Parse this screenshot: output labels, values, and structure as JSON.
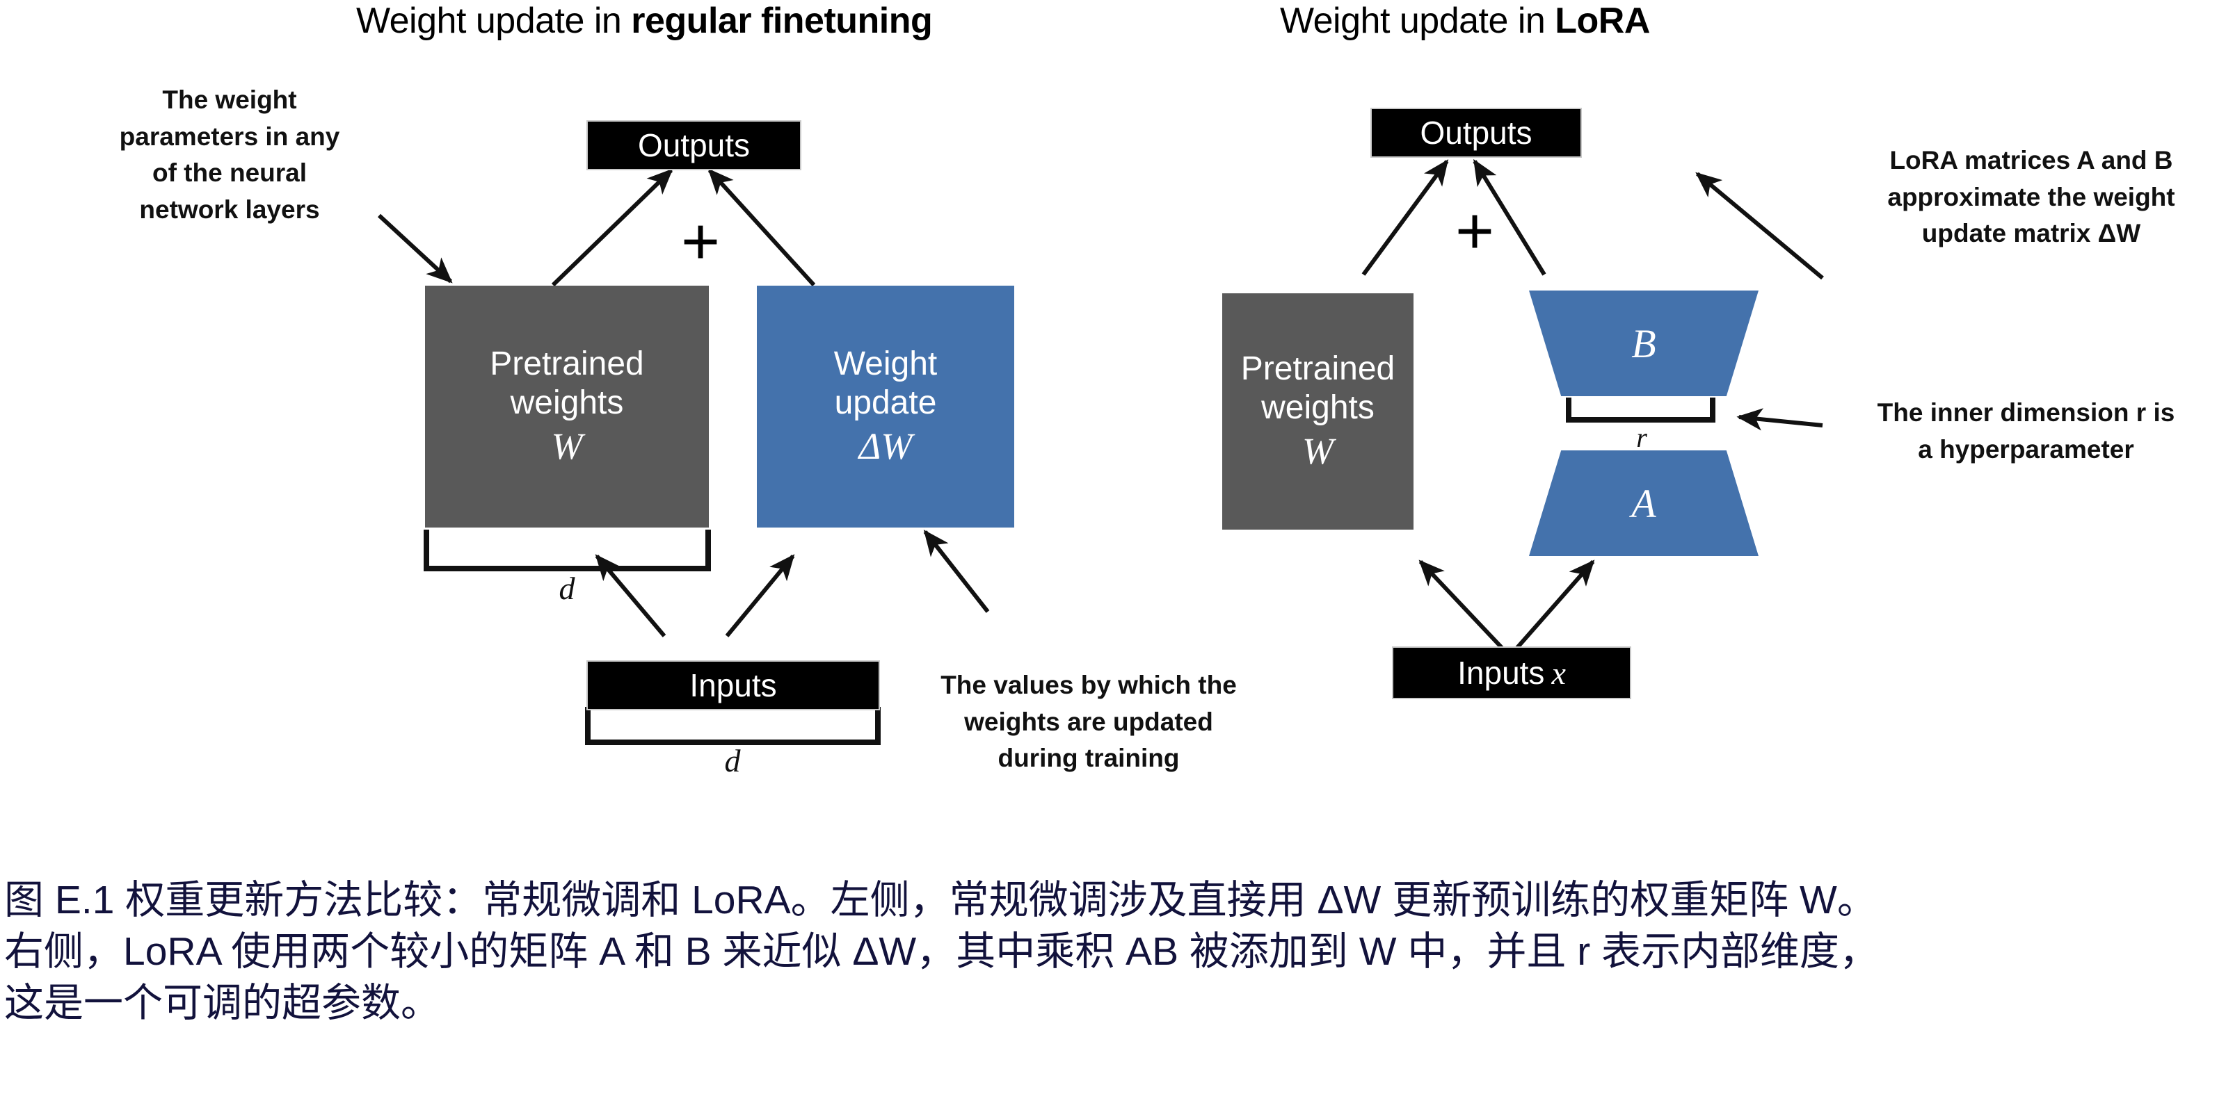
{
  "figure": {
    "panels": [
      {
        "title_prefix": "Weight update in ",
        "title_bold": "regular finetuning",
        "output_box": "Outputs",
        "plus": "+",
        "left_box": {
          "line1": "Pretrained",
          "line2": "weights",
          "symbol": "W"
        },
        "right_box": {
          "line1": "Weight",
          "line2": "update",
          "symbol": "ΔW"
        },
        "input_box": "Inputs",
        "dim_label_top": "d",
        "dim_label_bottom": "d",
        "annotations": [
          {
            "id": "weight-parameters-note",
            "lines": [
              "The weight",
              "parameters in any",
              "of the neural",
              "network layers"
            ]
          },
          {
            "id": "weight-update-values-note",
            "lines": [
              "The values by which the",
              "weights are updated",
              "during training"
            ]
          }
        ]
      },
      {
        "title_prefix": "Weight update in ",
        "title_bold": "LoRA",
        "output_box": "Outputs",
        "plus": "+",
        "left_box": {
          "line1": "Pretrained",
          "line2": "weights",
          "symbol": "W"
        },
        "trapezoid_top": "B",
        "trapezoid_bottom": "A",
        "input_box_prefix": "Inputs ",
        "input_box_symbol": "x",
        "dim_label_inner": "r",
        "annotations": [
          {
            "id": "lora-matrices-note",
            "lines": [
              "LoRA matrices A and B",
              "approximate the weight",
              "update matrix ΔW"
            ]
          },
          {
            "id": "inner-dimension-note",
            "lines": [
              "The inner dimension r is",
              "a hyperparameter"
            ]
          }
        ]
      }
    ],
    "caption": {
      "line1": "图 E.1 权重更新方法比较：常规微调和 LoRA。左侧，常规微调涉及直接用 ΔW 更新预训练的权重矩阵 W。",
      "line2": "右侧，LoRA 使用两个较小的矩阵 A 和 B 来近似 ΔW，其中乘积 AB 被添加到 W 中，并且 r 表示内部维度，",
      "line3": "这是一个可调的超参数。"
    },
    "colors": {
      "gray_box": "#595959",
      "blue_box": "#4472AC",
      "dark_box": "#000000",
      "caption_text": "#12123c",
      "annotation_text": "#111111"
    }
  }
}
